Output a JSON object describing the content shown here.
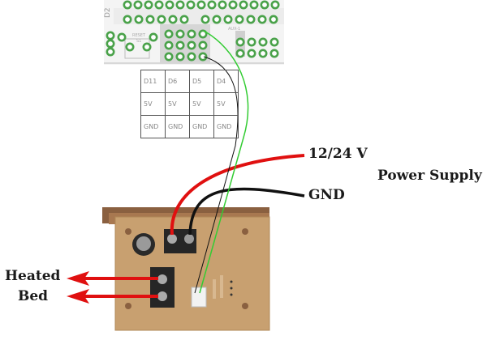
{
  "labels": {
    "supply_voltage": "12/24 V",
    "power_supply": "Power Supply",
    "ground": "GND",
    "heated_bed_line1": "Heated",
    "heated_bed_line2": "Bed"
  },
  "board_silkscreen": {
    "d2": "D2",
    "reset": "RESET",
    "s1": "S1",
    "aux1": "AUX-1"
  },
  "pin_table": {
    "rows": [
      [
        "D11",
        "D6",
        "D5",
        "D4"
      ],
      [
        "5V",
        "5V",
        "5V",
        "5V"
      ],
      [
        "GND",
        "GND",
        "GND",
        "GND"
      ]
    ]
  },
  "colors": {
    "power_wire": "#e01010",
    "ground_wire": "#111111",
    "signal_wire": "#33cc33",
    "pcb": "#c8a070",
    "pad": "#4aa24a"
  }
}
